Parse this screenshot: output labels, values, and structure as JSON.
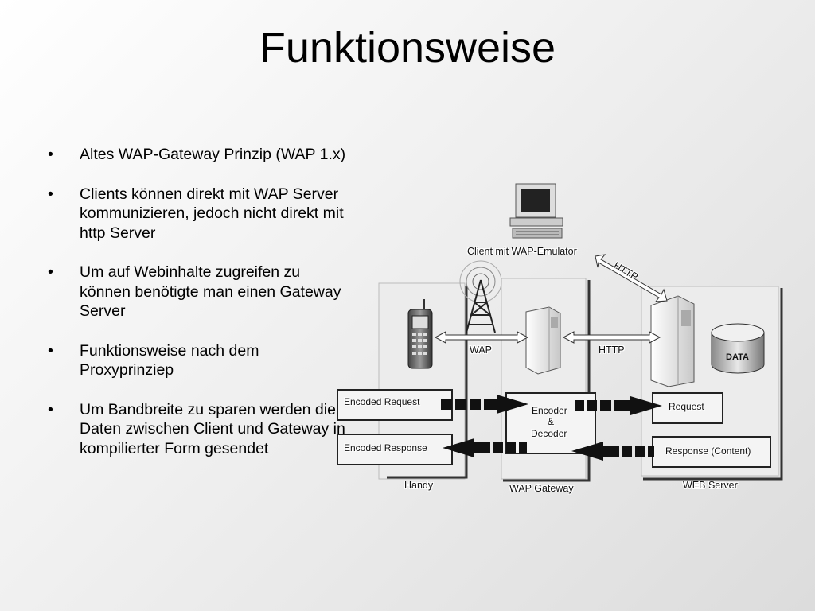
{
  "title": "Funktionsweise",
  "bullets": [
    "Altes WAP-Gateway Prinzip (WAP 1.x)",
    "Clients können direkt mit WAP Server kommunizieren, jedoch nicht direkt mit http Server",
    "Um auf Webinhalte zugreifen zu können benötigte man einen Gateway Server",
    "Funktionsweise nach dem Proxyprinziep",
    "Um Bandbreite zu sparen werden die Daten zwischen Client und Gateway in kompilierter Form gesendet"
  ],
  "bullet_symbol": "•",
  "diagram": {
    "client_label": "Client mit WAP-Emulator",
    "http_diag_label": "HTTP",
    "wap_label": "WAP",
    "http_label": "HTTP",
    "data_label": "DATA",
    "encoded_request": "Encoded Request",
    "encoded_response": "Encoded Response",
    "encoder_line1": "Encoder",
    "encoder_line2": "&",
    "encoder_line3": "Decoder",
    "request": "Request",
    "response": "Response (Content)",
    "handy_label": "Handy",
    "gateway_label": "WAP Gateway",
    "webserver_label": "WEB Server"
  },
  "icons": [
    "computer-icon",
    "antenna-tower-icon",
    "mobile-phone-icon",
    "gateway-server-icon",
    "web-server-icon",
    "database-icon"
  ]
}
